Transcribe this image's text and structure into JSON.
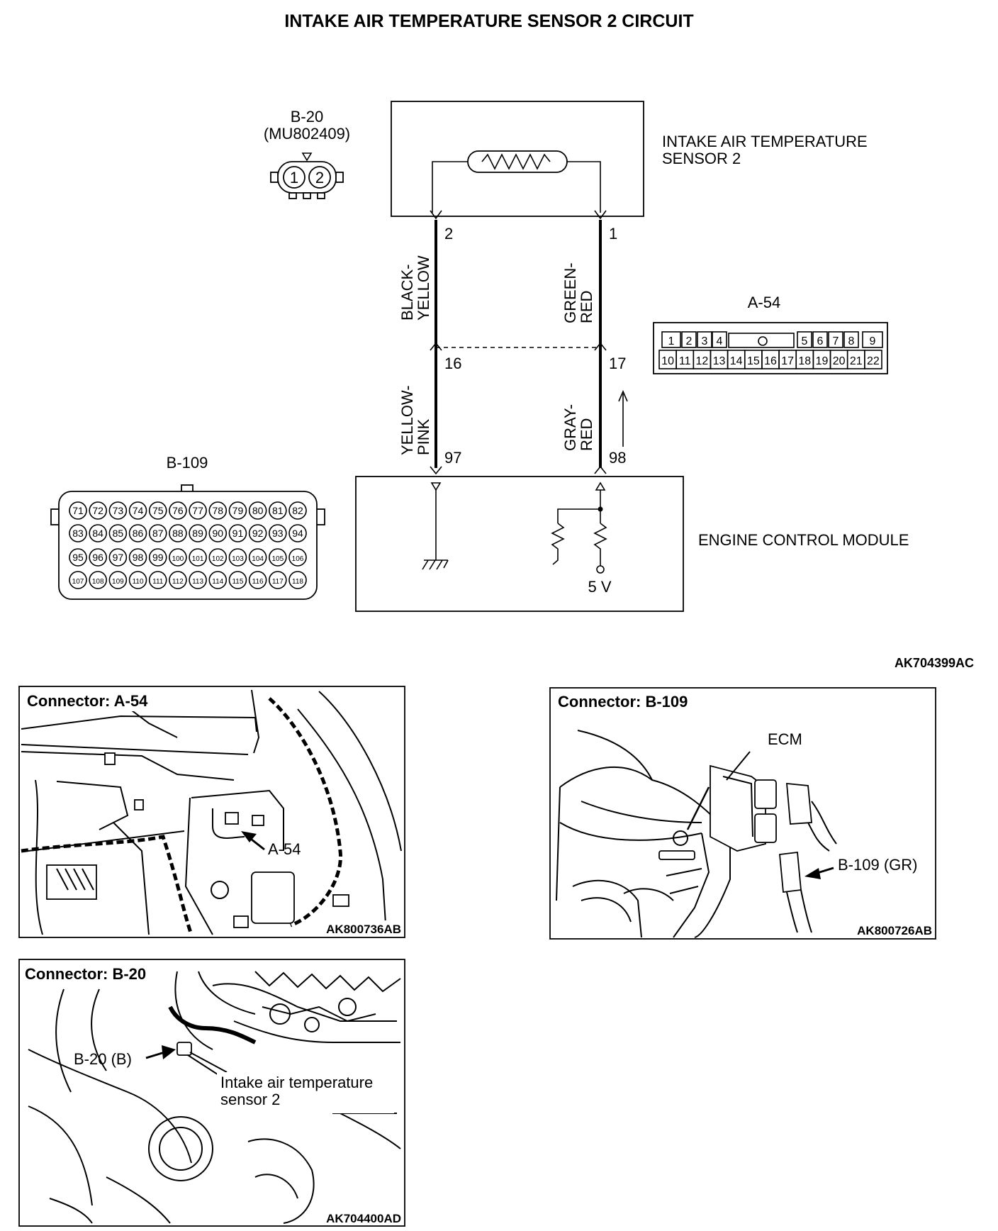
{
  "title": "INTAKE AIR TEMPERATURE SENSOR 2 CIRCUIT",
  "figure_code_top": "AK704399AC",
  "sensor": {
    "connector_id": "B-20",
    "connector_part": "(MU802409)",
    "pins": [
      "1",
      "2"
    ],
    "label_line1": "INTAKE AIR TEMPERATURE",
    "label_line2": "SENSOR 2",
    "pin_left": "2",
    "pin_right": "1"
  },
  "wires": {
    "upper_left_line1": "BLACK-",
    "upper_left_line2": "YELLOW",
    "upper_right_line1": "GREEN-",
    "upper_right_line2": "RED",
    "lower_left_line1": "YELLOW-",
    "lower_left_line2": "PINK",
    "lower_right_line1": "GRAY-",
    "lower_right_line2": "RED"
  },
  "junction": {
    "pin_left": "16",
    "pin_right": "17"
  },
  "ecm": {
    "label": "ENGINE CONTROL MODULE",
    "pin_left": "97",
    "pin_right": "98",
    "voltage": "5 V"
  },
  "connector_a54": {
    "id": "A-54",
    "top_row": [
      "1",
      "2",
      "3",
      "4",
      "5",
      "6",
      "7",
      "8",
      "9"
    ],
    "bottom_row": [
      "10",
      "11",
      "12",
      "13",
      "14",
      "15",
      "16",
      "17",
      "18",
      "19",
      "20",
      "21",
      "22"
    ]
  },
  "connector_b109": {
    "id": "B-109",
    "row1": [
      "71",
      "72",
      "73",
      "74",
      "75",
      "76",
      "77",
      "78",
      "79",
      "80",
      "81",
      "82"
    ],
    "row2": [
      "83",
      "84",
      "85",
      "86",
      "87",
      "88",
      "89",
      "90",
      "91",
      "92",
      "93",
      "94"
    ],
    "row3": [
      "95",
      "96",
      "97",
      "98",
      "99",
      "100",
      "101",
      "102",
      "103",
      "104",
      "105",
      "106"
    ],
    "row4": [
      "107",
      "108",
      "109",
      "110",
      "111",
      "112",
      "113",
      "114",
      "115",
      "116",
      "117",
      "118"
    ]
  },
  "panel_a54": {
    "heading": "Connector: A-54",
    "callout": "A-54",
    "code": "AK800736AB"
  },
  "panel_b109": {
    "heading": "Connector: B-109",
    "callout_ecm": "ECM",
    "callout": "B-109 (GR)",
    "code": "AK800726AB"
  },
  "panel_b20": {
    "heading": "Connector: B-20",
    "callout": "B-20 (B)",
    "sensor_line1": "Intake air temperature",
    "sensor_line2": "sensor 2",
    "code": "AK704400AD"
  }
}
